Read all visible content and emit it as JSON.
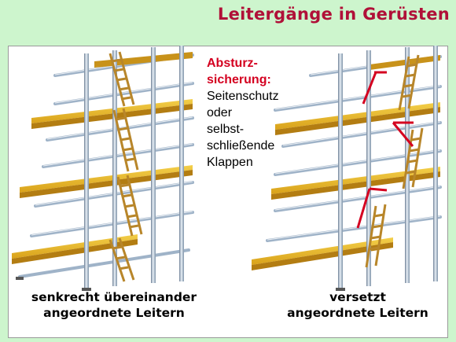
{
  "title": "Leitergänge in Gerüsten",
  "note": {
    "line1": "Absturz-",
    "line2": "sicherung:",
    "line3": "Seitenschutz",
    "line4": "oder",
    "line5": "selbst-",
    "line6": "schließende",
    "line7": "Klappen"
  },
  "left_caption": {
    "line1": "senkrecht übereinander",
    "line2": "angeordnete Leitern"
  },
  "right_caption": {
    "line1": "versetzt",
    "line2": "angeordnete Leitern"
  },
  "colors": {
    "title": "#b01038",
    "accent_red": "#d40020",
    "background": "#cdf5cd",
    "plank": "#e0b21c",
    "tube": "#9fb3c8"
  }
}
